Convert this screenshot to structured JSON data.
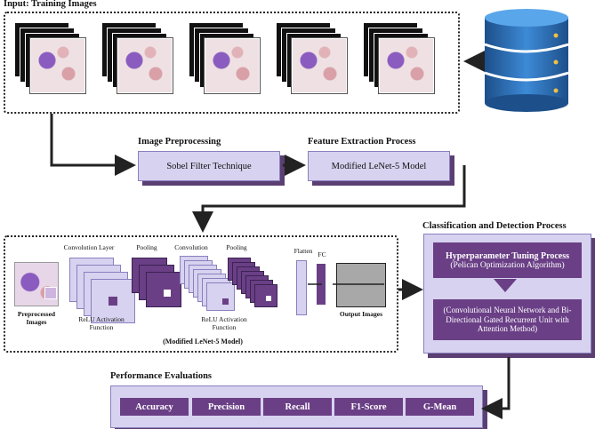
{
  "input": {
    "title": "Input: Training Images"
  },
  "preprocessing": {
    "heading": "Image Preprocessing",
    "box": "Sobel Filter Technique"
  },
  "feature_extraction": {
    "heading": "Feature Extraction Process",
    "box": "Modified LeNet-5 Model"
  },
  "cnn": {
    "preprocessed_label": "Preprocessed Images",
    "conv_layer_label": "Convolution Layer",
    "pooling1_label": "Pooling",
    "convolution2_label": "Convolution",
    "pooling2_label": "Pooling",
    "relu1_label": "ReLU Activation Function",
    "relu2_label": "ReLU Activation Function",
    "flatten_label": "Flatten",
    "fc_label": "FC",
    "output_label": "Output Images",
    "caption": "(Modified LeNet-5 Model)"
  },
  "classification": {
    "heading": "Classification and Detection Process",
    "tuning_title": "Hyperparameter Tuning Process",
    "tuning_sub": "(Pelican Optimization Algorithm)",
    "model_text": "(Convolutional Neural Network and Bi-Directional Gated Recurrent Unit with Attention Method)"
  },
  "performance": {
    "heading": "Performance Evaluations",
    "metrics": [
      "Accuracy",
      "Precision",
      "Recall",
      "F1-Score",
      "G-Mean"
    ]
  },
  "colors": {
    "purple": "#6a3f86",
    "lavender": "#d7d2ef",
    "dark_shadow": "#5b3f72",
    "db_blue": "#2c6fb7"
  },
  "icons": [
    "database-icon"
  ]
}
